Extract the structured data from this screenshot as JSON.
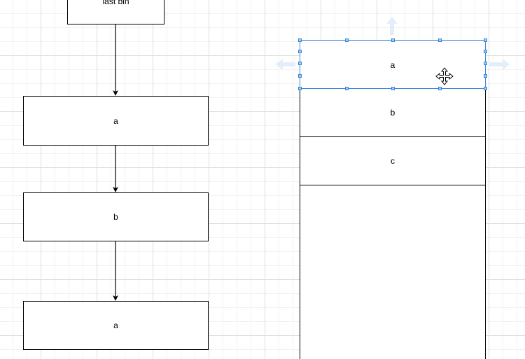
{
  "diagram": {
    "flow_nodes": {
      "top_label": "last bin",
      "a1_label": "a",
      "b1_label": "b",
      "a2_label": "a"
    },
    "list": {
      "rows": [
        "a",
        "b",
        "c"
      ]
    },
    "colors": {
      "stroke": "#000000",
      "selection": "#3a84d6",
      "handle_fill": "#9ccdf4",
      "grid_major": "#dedede",
      "grid_minor": "#f1f1f1"
    },
    "icons": {
      "move_cursor": "move-cursor-icon"
    }
  }
}
